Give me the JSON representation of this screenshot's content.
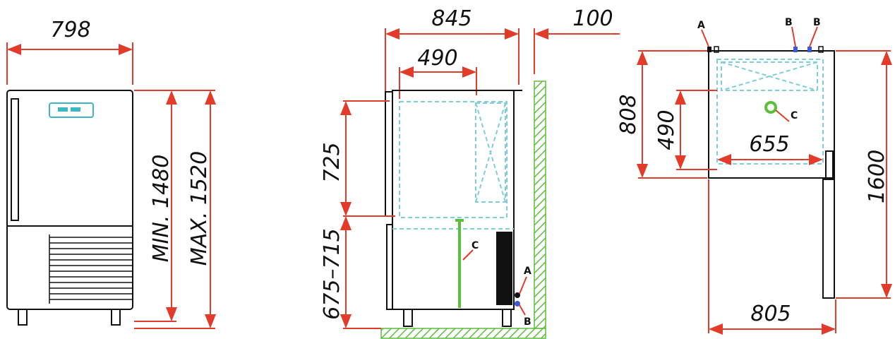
{
  "front_view": {
    "width_label": "798",
    "min_height_label": "MIN. 1480",
    "max_height_label": "MAX. 1520"
  },
  "side_view": {
    "depth_label": "845",
    "inner_depth_label": "490",
    "wall_clearance_label": "100",
    "upper_height_label": "725",
    "base_height_label": "675–715",
    "marker_c": "C",
    "marker_a": "A",
    "marker_b": "B"
  },
  "top_view": {
    "marker_a": "A",
    "marker_b1": "B",
    "marker_b2": "B",
    "marker_c": "C",
    "outer_depth_label": "808",
    "inner_depth_label": "490",
    "inner_width_label": "655",
    "door_open_label": "1600",
    "width_label": "805"
  },
  "colors": {
    "dimension": "#e23b2a",
    "outline": "#111111",
    "hidden_line": "#7ecfd8",
    "wall_hatch": "#5bbf3a"
  }
}
